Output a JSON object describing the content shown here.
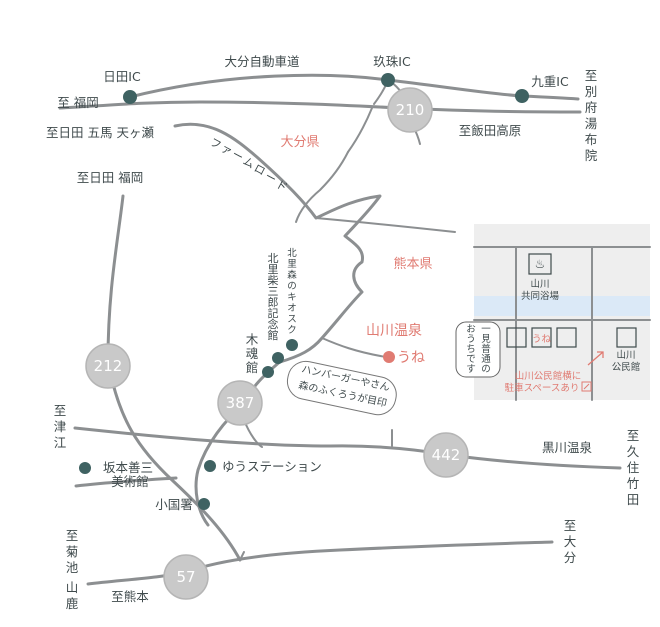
{
  "colors": {
    "road": "#8c8f91",
    "badge": "#c9c9c9",
    "marker": "#3f6262",
    "accent": "#e07b72",
    "inset_bg": "#eeeeee",
    "river": "#dbe9f7"
  },
  "highway": "大分自動車道",
  "interchanges": {
    "hita": "日田IC",
    "kusu": "玖珠IC",
    "kokonoe": "九重IC"
  },
  "routes": {
    "r210": "210",
    "r212": "212",
    "r387": "387",
    "r442": "442",
    "r57": "57"
  },
  "directions": {
    "fukuoka": "至 福岡",
    "beppu_yufuin": [
      "至",
      "別",
      "府",
      "湯",
      "布",
      "院"
    ],
    "hita_gouma_amagase": "至日田 五馬 天ヶ瀬",
    "hanoda_kogen": "至飯田高原",
    "hita_fukuoka": "至日田 福岡",
    "tsue": [
      "至",
      "津",
      "江"
    ],
    "kusu_taketa": [
      "至",
      "久",
      "住",
      "竹",
      "田"
    ],
    "oita": [
      "至",
      "大",
      "分"
    ],
    "kikuchi_yamaga": [
      "至",
      "菊",
      "池",
      "山",
      "鹿"
    ],
    "kumamoto": "至熊本"
  },
  "regions": {
    "oita": "大分県",
    "kumamoto": "熊本県"
  },
  "farm_road": [
    "フ",
    "ァ",
    "ー",
    "ム",
    "ロ",
    "ー",
    "ド"
  ],
  "places": {
    "kiosk": [
      "北",
      "里",
      "森",
      "の",
      "キ",
      "オ",
      "ス",
      "ク"
    ],
    "kitasato_memorial": [
      "北",
      "里",
      "柴",
      "三",
      "郎",
      "記",
      "念",
      "館"
    ],
    "kodama": [
      "木",
      "魂",
      "館"
    ],
    "yamagawa_onsen": "山川温泉",
    "une": "うね",
    "burger_line1": "ハンバーガーやさん",
    "burger_line2": "森のふくろうが目印",
    "kurokawa_onsen": "黒川温泉",
    "sakamoto_line1": "坂本善三",
    "sakamoto_line2": "美術館",
    "you_station": "ゆうステーション",
    "oguni_police": "小国署"
  },
  "inset": {
    "bath_line1": "山川",
    "bath_line2": "共同浴場",
    "une": "うね",
    "hall_line1": "山川",
    "hall_line2": "公民館",
    "note_cols": [
      [
        "一",
        "見",
        "普",
        "通",
        "の"
      ],
      [
        "お",
        "う",
        "ち",
        "で",
        "す"
      ]
    ],
    "parking_line1": "山川公民館横に",
    "parking_line2": "駐車スペースあり"
  }
}
